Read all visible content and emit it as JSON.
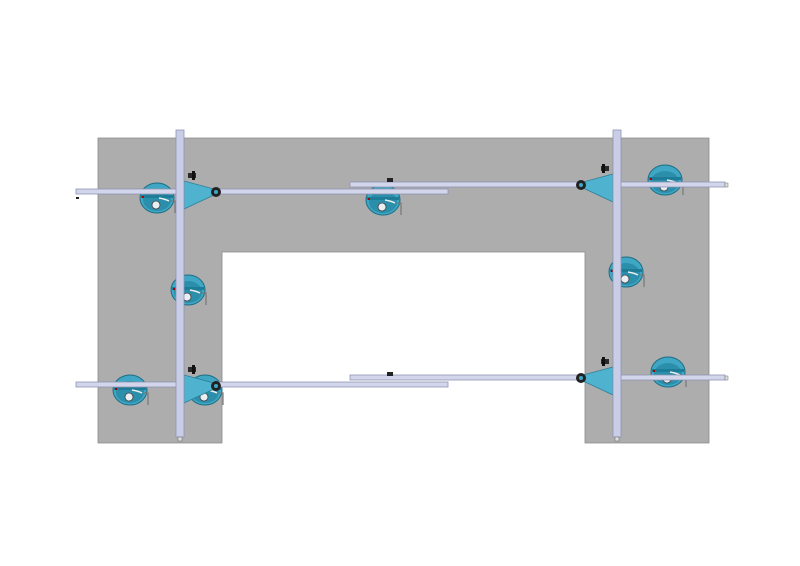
{
  "colors": {
    "background": "#ffffff",
    "panel": "#adadad",
    "panel_border": "#8a8a8a",
    "rail": "#c9cde6",
    "rail_edge": "#8e93b4",
    "cup": "#3fa7c3",
    "cup_dark": "#1d7d98",
    "knob": "#2a2a2a"
  },
  "components": {
    "suction_cups": 8,
    "vertical_rails": 2,
    "horizontal_rails": 4,
    "brackets": 4
  }
}
